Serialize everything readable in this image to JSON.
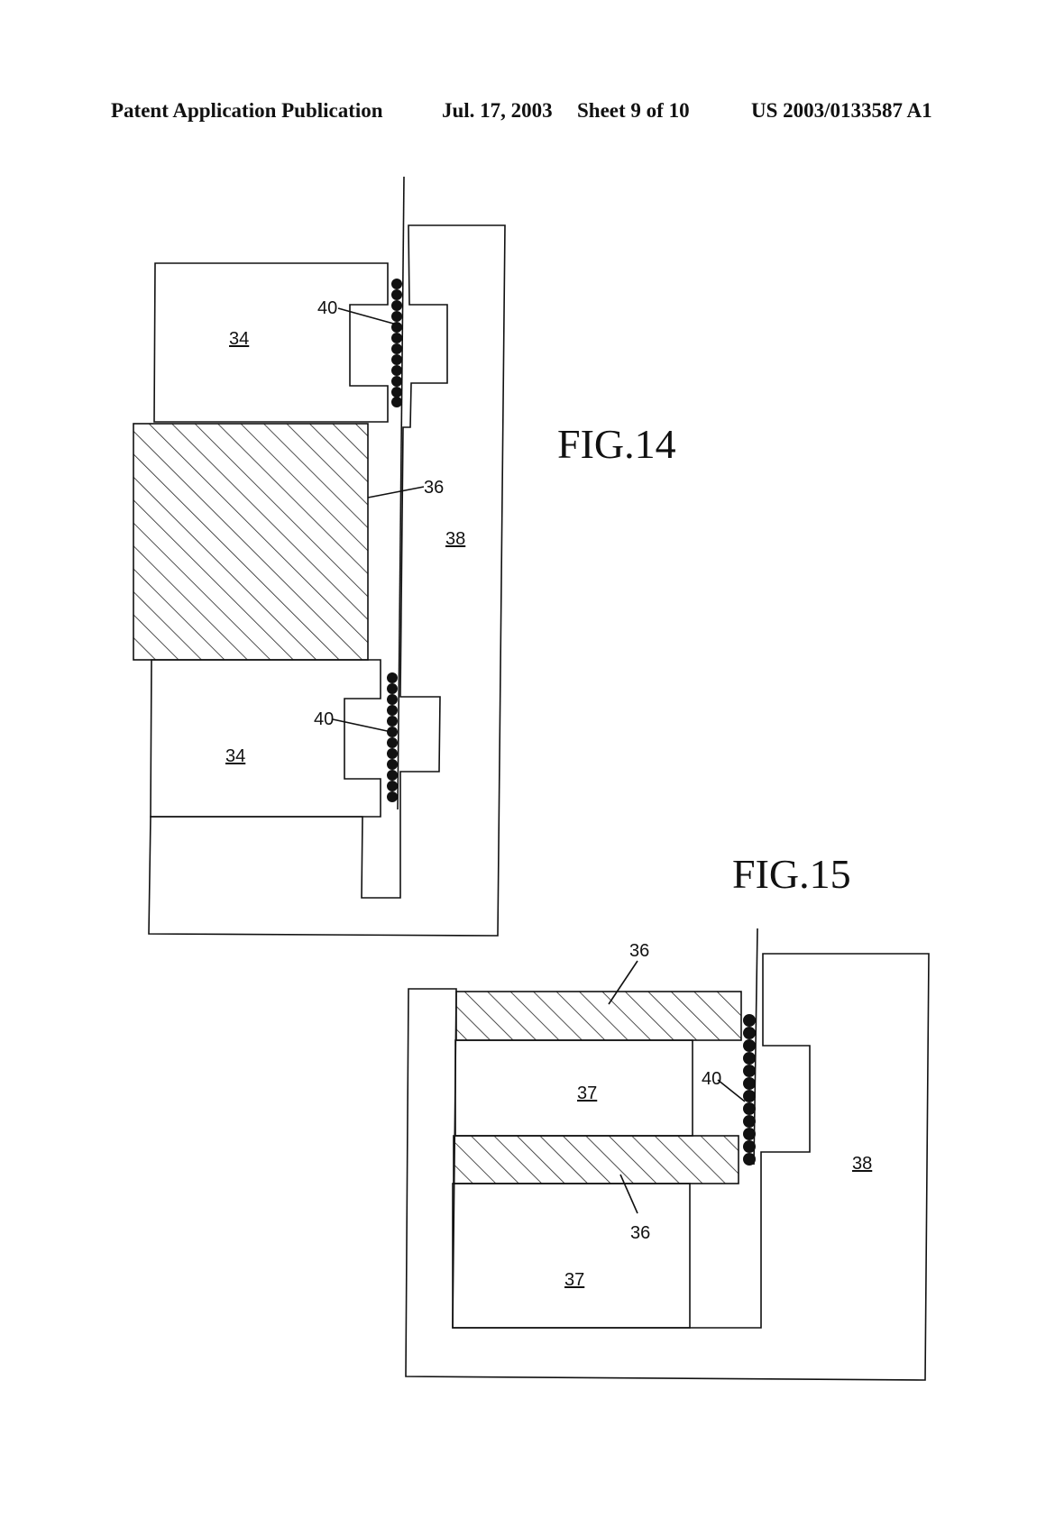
{
  "header": {
    "publication": "Patent Application Publication",
    "date": "Jul. 17, 2003",
    "sheet": "Sheet 9 of 10",
    "number": "US 2003/0133587 A1"
  },
  "fig14": {
    "label": "FIG.14",
    "refs": {
      "magnet_top": "34",
      "magnet_bottom": "34",
      "coil": "36",
      "core": "38",
      "balls_top": "40",
      "balls_bottom": "40"
    }
  },
  "fig15": {
    "label": "FIG.15",
    "refs": {
      "coil_top": "36",
      "coil_bottom": "36",
      "pole_top": "37",
      "pole_bottom": "37",
      "core": "38",
      "balls": "40"
    }
  }
}
